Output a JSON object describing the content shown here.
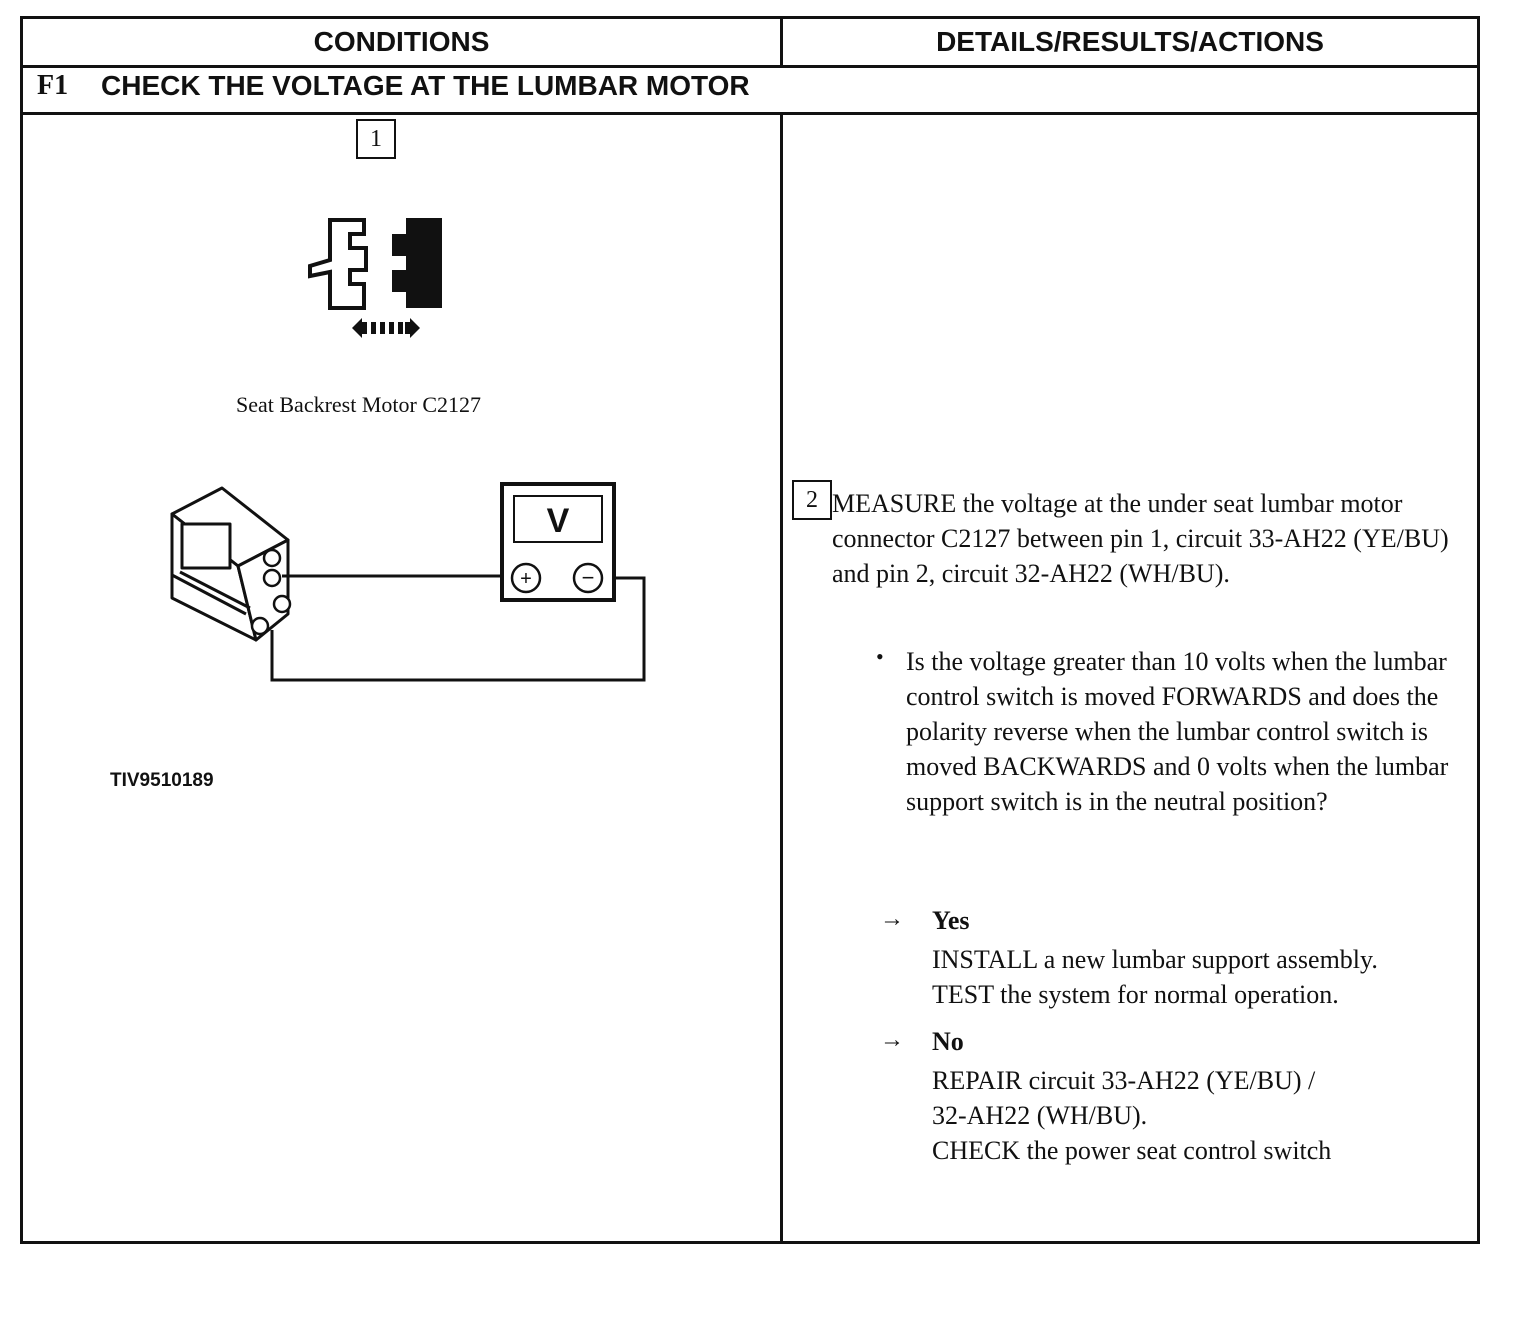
{
  "header": {
    "conditions": "CONDITIONS",
    "details": "DETAILS/RESULTS/ACTIONS"
  },
  "step": {
    "id": "F1",
    "title": "CHECK THE VOLTAGE AT THE LUMBAR MOTOR"
  },
  "left": {
    "box1": "1",
    "connector_caption": "Seat Backrest Motor C2127",
    "meter_label": "V",
    "plus_label": "+",
    "minus_label": "−",
    "figure_id": "TIV9510189"
  },
  "right": {
    "box2": "2",
    "measure_text": "MEASURE the voltage at the under seat lumbar motor connector C2127 between pin 1, circuit 33-AH22 (YE/BU) and pin 2, circuit 32-AH22 (WH/BU).",
    "bullet_symbol": "•",
    "question": "Is the voltage greater than 10 volts when the lumbar control switch is moved FORWARDS and does the polarity reverse when the lumbar control switch is moved BACKWARDS and 0 volts when the lumbar support switch is in the neutral position?",
    "arrow_symbol": "→",
    "yes_label": "Yes",
    "yes_line1": "INSTALL a new lumbar support assembly.",
    "yes_line2": "TEST the system for normal operation.",
    "no_label": "No",
    "no_line1": "REPAIR circuit 33-AH22 (YE/BU) /",
    "no_line2": "32-AH22 (WH/BU).",
    "no_line3": "CHECK the power seat control switch"
  }
}
